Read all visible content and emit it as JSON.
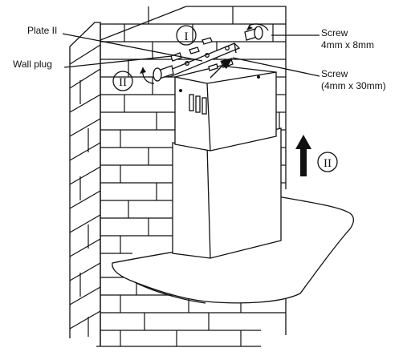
{
  "labels": {
    "plate": "Plate II",
    "wall_plug": "Wall plug",
    "screw_small_title": "Screw",
    "screw_small_size": "4mm x 8mm",
    "screw_large_title": "Screw",
    "screw_large_size": "(4mm x 30mm)"
  },
  "steps": {
    "step_one": "I",
    "step_two": "II",
    "step_three": "II"
  }
}
